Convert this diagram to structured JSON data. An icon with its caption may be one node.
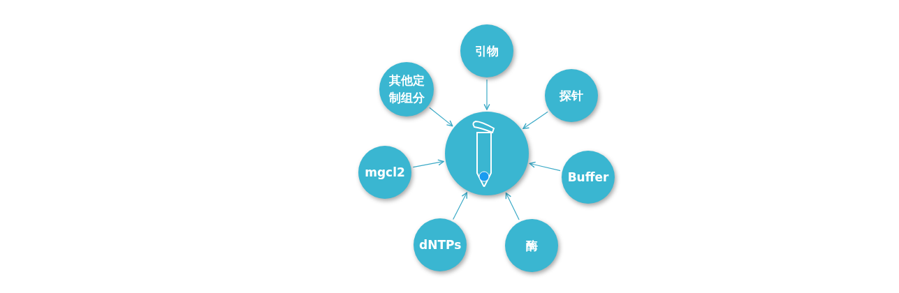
{
  "diagram": {
    "nodes": [
      {
        "text": [
          "引物"
        ]
      },
      {
        "text": [
          "其他定制组分"
        ]
      },
      {
        "text": [
          "探针"
        ]
      },
      {
        "text": [],
        "shape": "circle"
      },
      {
        "text": [
          "mgcl2"
        ]
      },
      {
        "text": [
          "Buffer"
        ]
      },
      {
        "text": [
          "dNTPs"
        ]
      },
      {
        "text": [
          "酶"
        ]
      }
    ],
    "edges": [
      {
        "from": 0,
        "to": 3,
        "arrow": "to"
      },
      {
        "from": 1,
        "to": 3,
        "arrow": "to"
      },
      {
        "from": 2,
        "to": 3,
        "arrow": "to"
      },
      {
        "from": 4,
        "to": 3,
        "arrow": "to"
      },
      {
        "from": 5,
        "to": 3,
        "arrow": "to"
      },
      {
        "from": 6,
        "to": 3,
        "arrow": "to"
      },
      {
        "from": 7,
        "to": 3,
        "arrow": "to"
      }
    ]
  }
}
